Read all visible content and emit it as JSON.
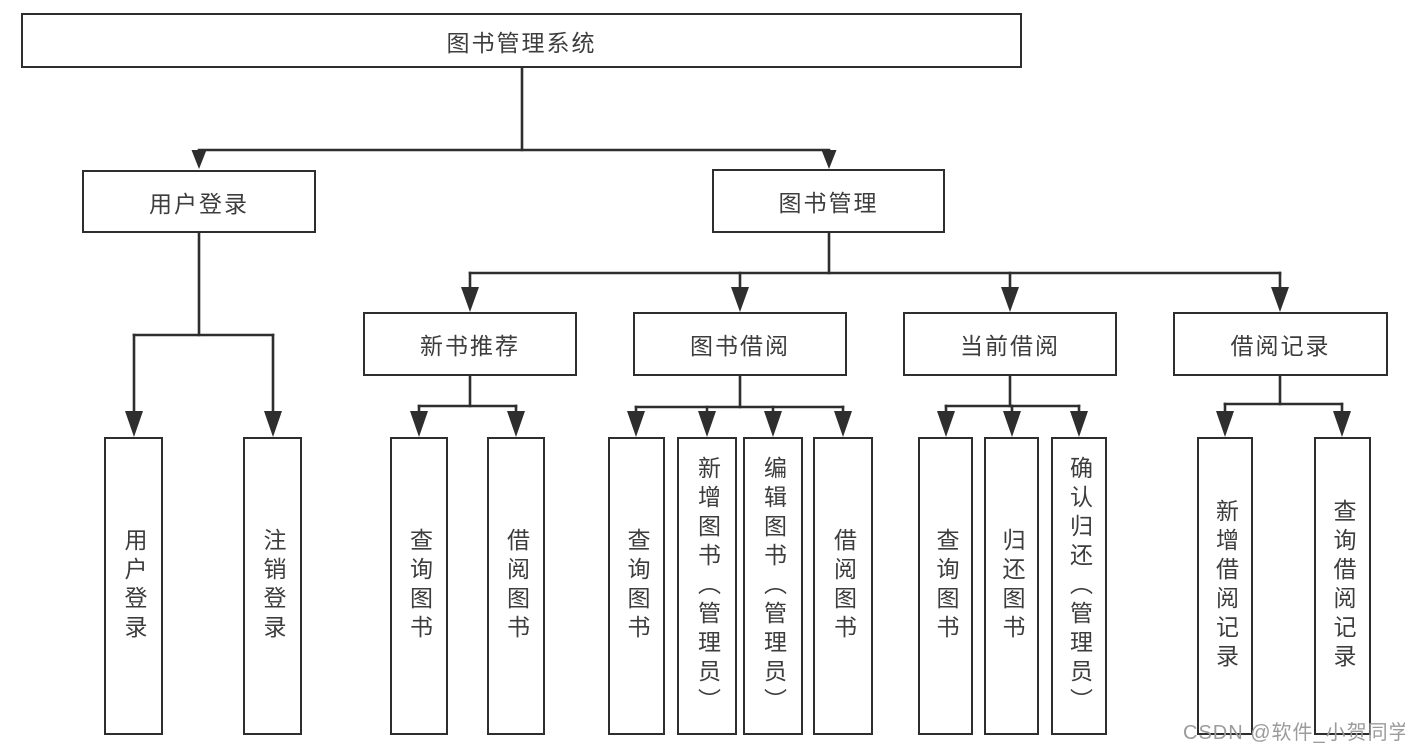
{
  "watermark": "CSDN @软件_小贺同学",
  "diagram": {
    "root": "图书管理系统",
    "user_login": {
      "label": "用户登录",
      "children": [
        "用户登录",
        "注销登录"
      ]
    },
    "book_mgmt": {
      "label": "图书管理",
      "children": [
        {
          "label": "新书推荐",
          "children": [
            "查询图书",
            "借阅图书"
          ]
        },
        {
          "label": "图书借阅",
          "children": [
            "查询图书",
            "新增图书（管理员）",
            "编辑图书（管理员）",
            "借阅图书"
          ]
        },
        {
          "label": "当前借阅",
          "children": [
            "查询图书",
            "归还图书",
            "确认归还（管理员）"
          ]
        },
        {
          "label": "借阅记录",
          "children": [
            "新增借阅记录",
            "查询借阅记录"
          ]
        }
      ]
    }
  }
}
